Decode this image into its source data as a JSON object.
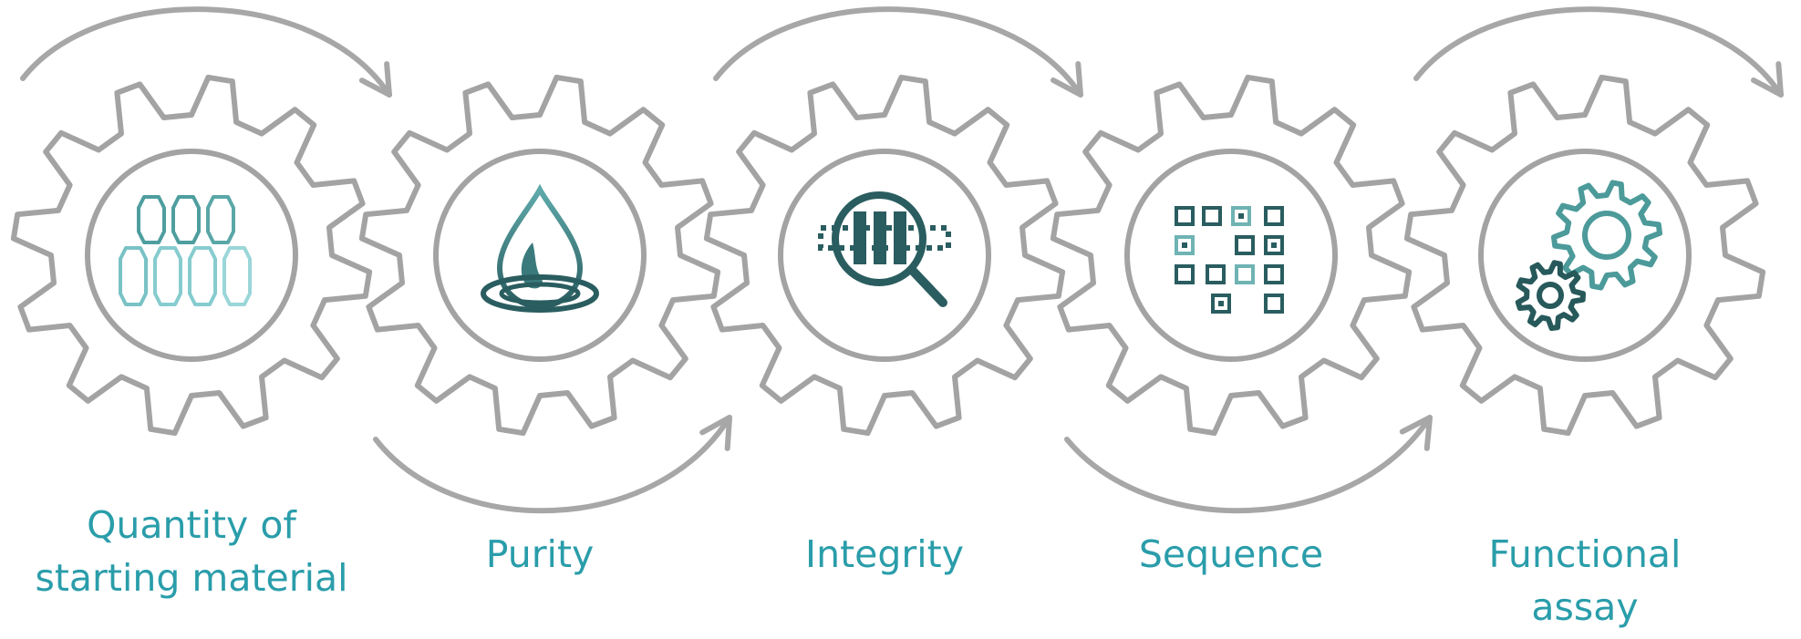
{
  "colors": {
    "gear_outline": "#a3a3a3",
    "arrow": "#a7a7a7",
    "label": "#2a9daa",
    "teal_dark": "#27595b",
    "teal_mid": "#4c9a9a",
    "teal_light": "#86cccf"
  },
  "steps": [
    {
      "label_lines": [
        "Quantity of",
        "starting material"
      ],
      "icon": "cell-cluster-icon"
    },
    {
      "label_lines": [
        "Purity"
      ],
      "icon": "water-drop-icon"
    },
    {
      "label_lines": [
        "Integrity"
      ],
      "icon": "magnifier-inspection-icon"
    },
    {
      "label_lines": [
        "Sequence"
      ],
      "icon": "sequence-grid-icon"
    },
    {
      "label_lines": [
        "Functional",
        "assay"
      ],
      "icon": "gears-icon"
    }
  ],
  "arrows": [
    {
      "name": "flow-arrow-1-to-2",
      "from": 1,
      "to": 2,
      "position": "top"
    },
    {
      "name": "flow-arrow-2-to-3",
      "from": 2,
      "to": 3,
      "position": "bottom"
    },
    {
      "name": "flow-arrow-3-to-4",
      "from": 3,
      "to": 4,
      "position": "top"
    },
    {
      "name": "flow-arrow-4-to-5",
      "from": 4,
      "to": 5,
      "position": "bottom"
    },
    {
      "name": "flow-arrow-5-out",
      "from": 5,
      "to": null,
      "position": "top"
    }
  ]
}
